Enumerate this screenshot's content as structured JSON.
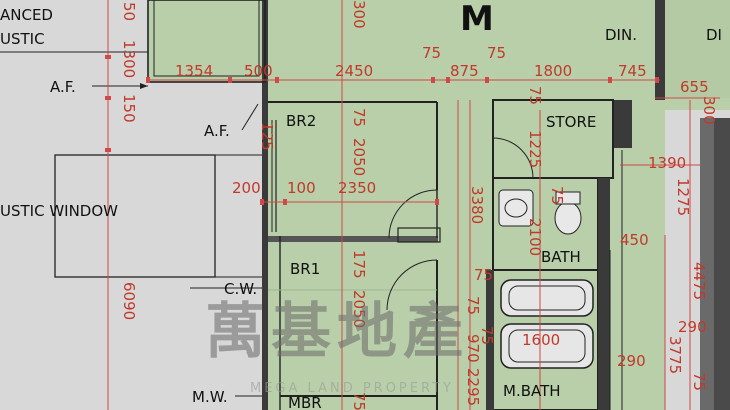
{
  "labels": {
    "enhanced": "ANCED",
    "acoustic": "USTIC",
    "af1": "A.F.",
    "af2": "A.F.",
    "acoustic_window": "USTIC WINDOW",
    "cw": "C.W.",
    "mw": "M.W.",
    "room_m": "M",
    "din1": "DIN.",
    "din2": "DI",
    "br2": "BR2",
    "br1": "BR1",
    "mbr": "MBR",
    "store": "STORE",
    "bath": "BATH",
    "mbath": "M.BATH"
  },
  "dimensions": {
    "d50": "50",
    "d1300": "1300",
    "d150": "150",
    "d6090": "6090",
    "d300a": "300",
    "d1354": "1354",
    "d500": "500",
    "d2450": "2450",
    "d75a": "75",
    "d875": "875",
    "d75b": "75",
    "d1800": "1800",
    "d745": "745",
    "d655": "655",
    "d300b": "300",
    "d125": "125",
    "d200": "200",
    "d100": "100",
    "d2350": "2350",
    "d75c": "75",
    "d2050a": "2050",
    "d3380": "3380",
    "d75d": "75",
    "d1225": "1225",
    "d75e": "75",
    "d2100": "2100",
    "d1390": "1390",
    "d1275": "1275",
    "d450": "450",
    "d175": "175",
    "d2050b": "2050",
    "d75f": "75",
    "d75g": "75",
    "d75h": "75",
    "d75i": "75",
    "d970": "970",
    "d1600": "1600",
    "d290a": "290",
    "d290b": "290",
    "d2295": "2295",
    "d4475": "4475",
    "d3775": "3775",
    "d75j": "75"
  },
  "watermark": {
    "chinese": "萬基地產",
    "english": "MEGA LAND PROPERTY"
  }
}
